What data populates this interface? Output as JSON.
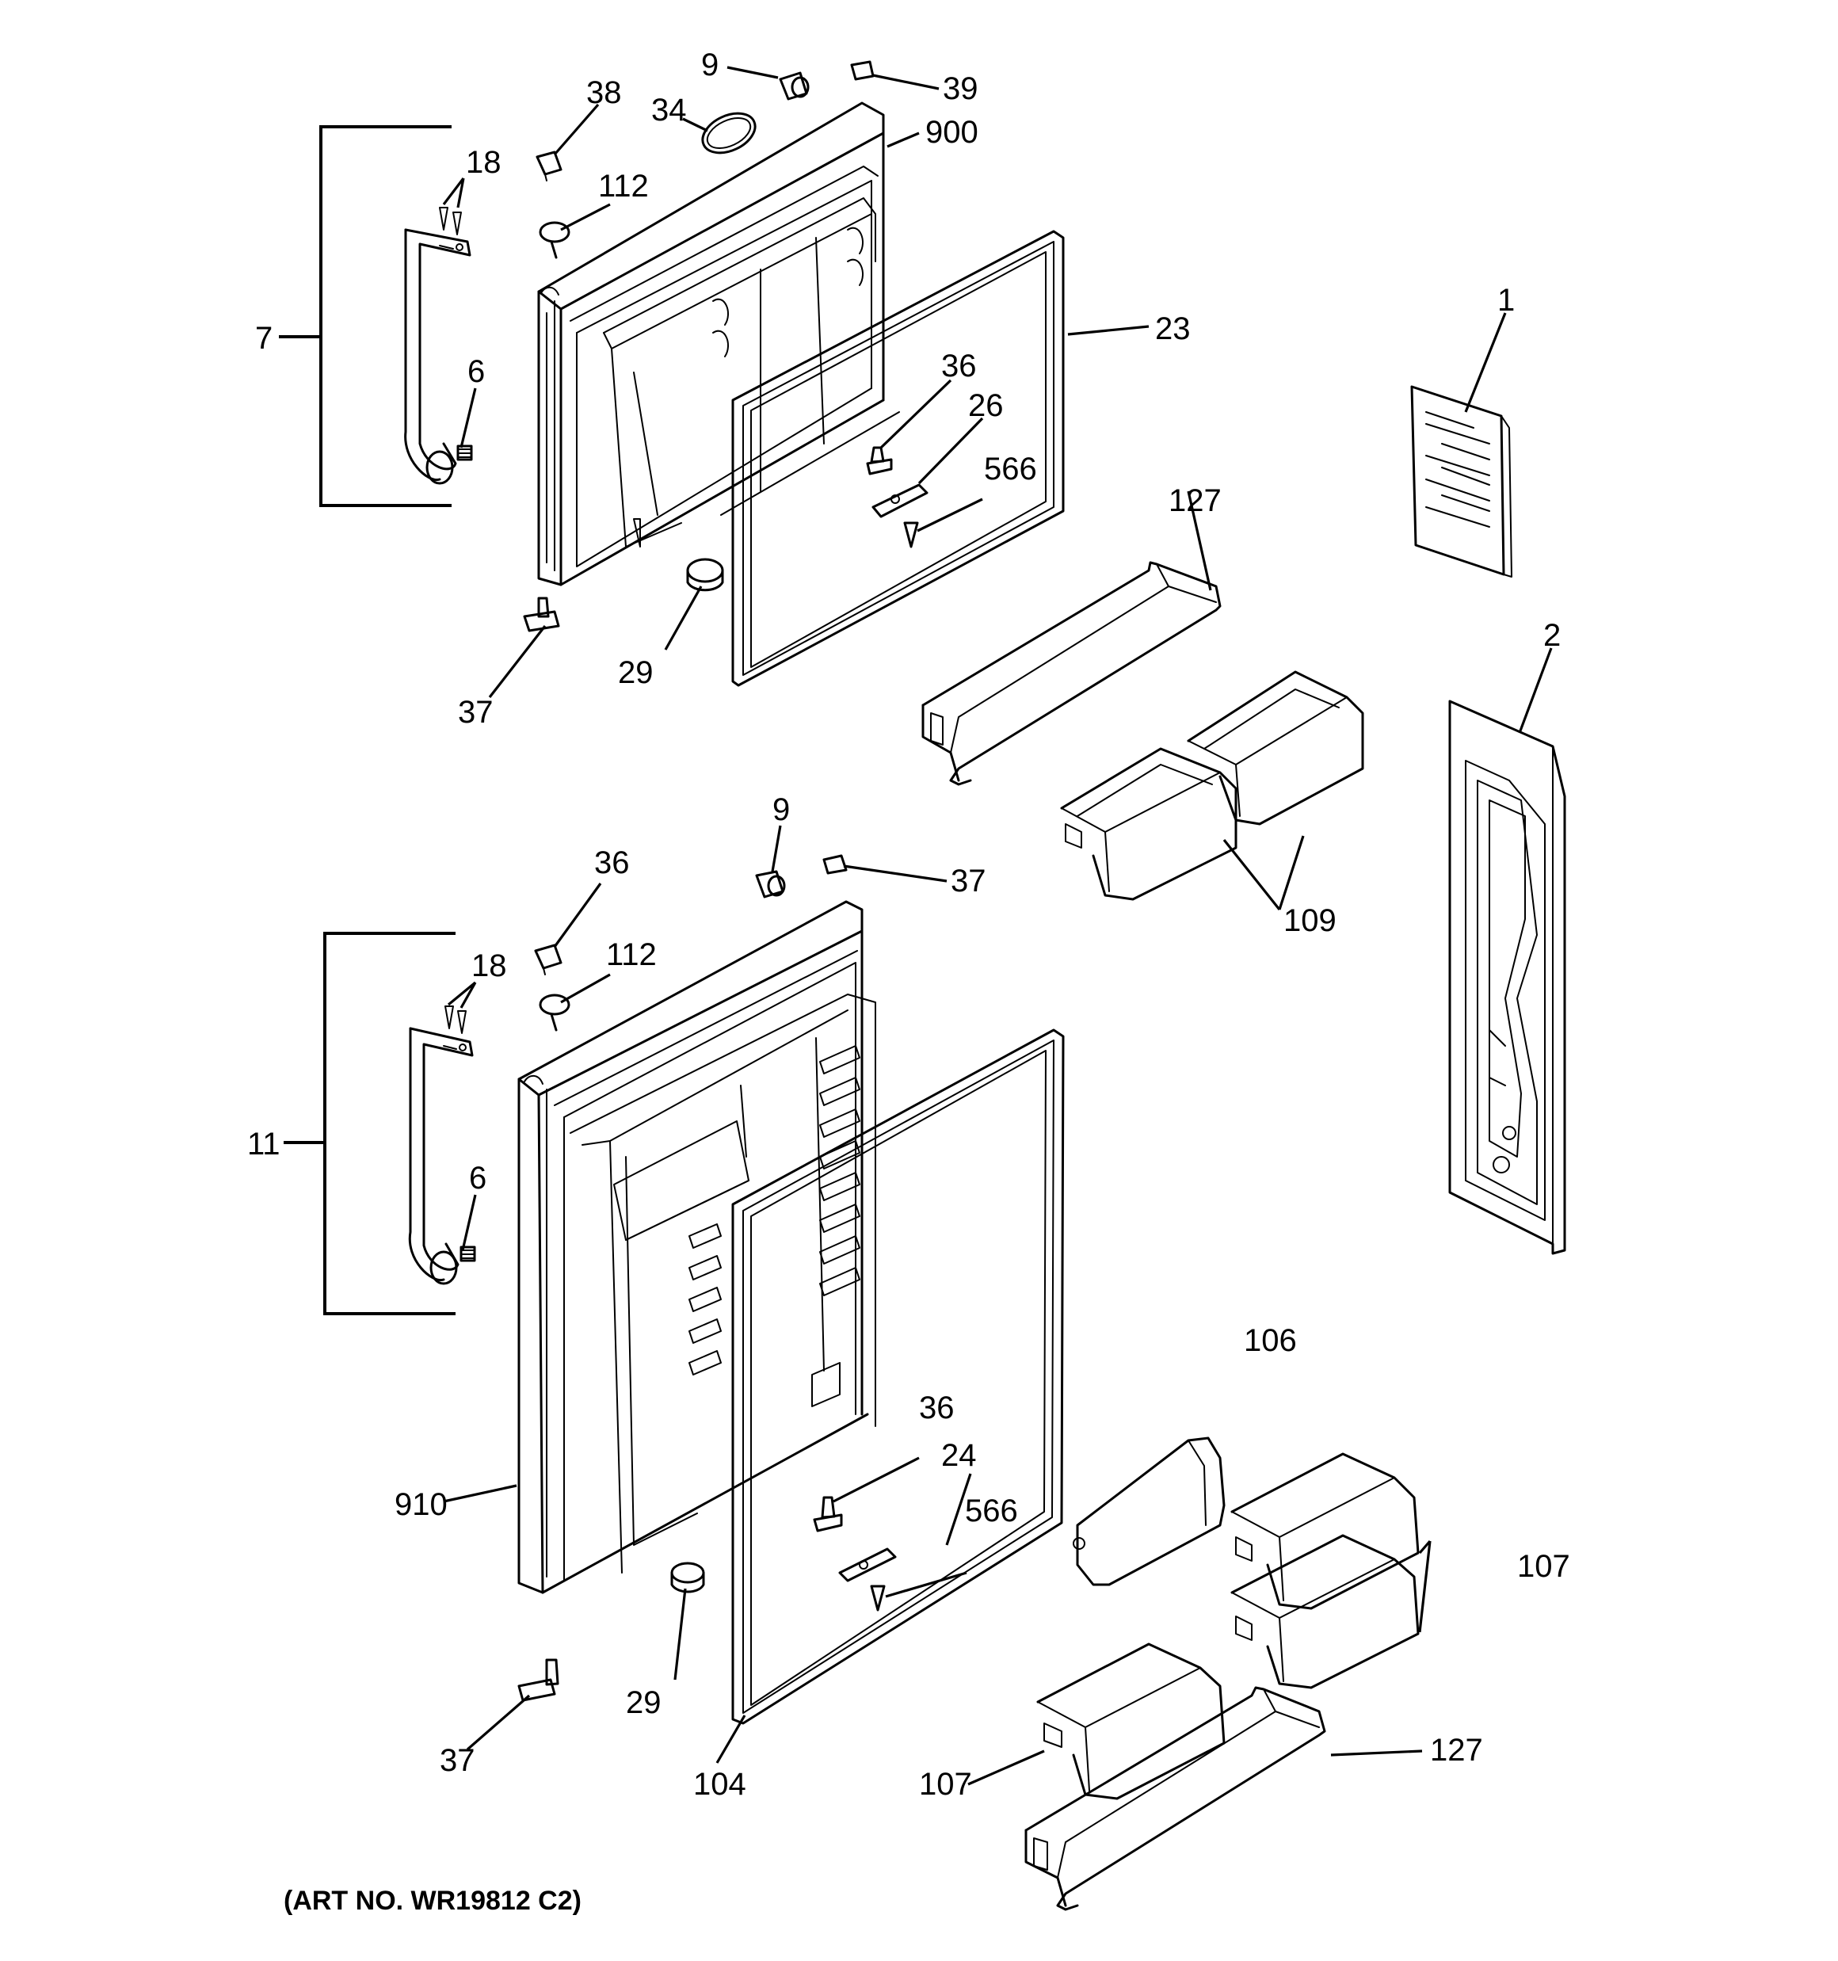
{
  "labels": {
    "l1": "1",
    "l2": "2",
    "l6a": "6",
    "l6b": "6",
    "l7": "7",
    "l9a": "9",
    "l9b": "9",
    "l11": "11",
    "l18a": "18",
    "l18b": "18",
    "l23": "23",
    "l24": "24",
    "l26": "26",
    "l29a": "29",
    "l29b": "29",
    "l34": "34",
    "l36a": "36",
    "l36b": "36",
    "l36c": "36",
    "l37a": "37",
    "l37b": "37",
    "l37c": "37",
    "l38": "38",
    "l39": "39",
    "l104": "104",
    "l106": "106",
    "l107a": "107",
    "l107b": "107",
    "l109": "109",
    "l112a": "112",
    "l112b": "112",
    "l127a": "127",
    "l127b": "127",
    "l566a": "566",
    "l566b": "566",
    "l900": "900",
    "l910": "910"
  },
  "art_number": "(ART NO. WR19812 C2)"
}
